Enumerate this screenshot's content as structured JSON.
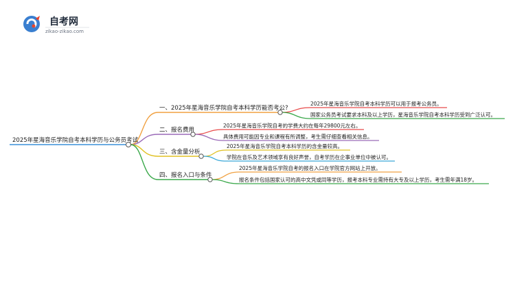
{
  "logo": {
    "name": "自考网",
    "url": "zikao-zikao.com"
  },
  "mindmap": {
    "root": "2025年星海音乐学院自考本科学历与公务员考试",
    "branches": [
      {
        "label": "一、2025年星海音乐学院自考本科学历能否考公?",
        "color": "#f0a040",
        "children": [
          {
            "text": "2025年星海音乐学院自考本科学历可以用于报考公务员。",
            "color": "#e84a4a"
          },
          {
            "text": "国家公务员考试要求本科及以上学历，星海音乐学院自考本科学历受到广泛认可。",
            "color": "#3aa84a"
          }
        ]
      },
      {
        "label": "二、报名费用",
        "color": "#9a6ab8",
        "children": [
          {
            "text": "2025年星海音乐学院自考的学费大约在每年29800元左右。",
            "color": "#e84a4a"
          },
          {
            "text": "具体费用可能因专业和课程有所调整，考生需仔细查看相关信息。",
            "color": "#9a6ab8"
          }
        ]
      },
      {
        "label": "三、含金量分析",
        "color": "#e0c020",
        "children": [
          {
            "text": "2025年星海音乐学院自考本科学历的含金量较高。",
            "color": "#e0c020"
          },
          {
            "text": "学院在音乐及艺术领域享有良好声誉，自考学历在企事业单位中被认可。",
            "color": "#3aa8d8"
          }
        ]
      },
      {
        "label": "四、报名入口与条件",
        "color": "#3aa84a",
        "children": [
          {
            "text": "2025年星海音乐学院自考的报名入口在学院官方网站上开放。",
            "color": "#f0a040"
          },
          {
            "text": "报名条件包括国家认可的高中文凭或同等学历，报考本科专业需持有大专及以上学历，考生需年满18岁。",
            "color": "#3aa84a"
          }
        ]
      }
    ]
  }
}
